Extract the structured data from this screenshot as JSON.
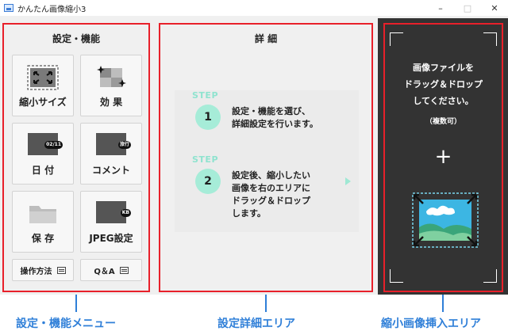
{
  "window": {
    "title": "かんたん画像縮小3",
    "controls": {
      "minimize": "–",
      "maximize": "□",
      "close": "✕"
    }
  },
  "menu": {
    "title": "設定・機能",
    "buttons": [
      {
        "label": "縮小サイズ",
        "icon": "resize-arrows-icon"
      },
      {
        "label": "効 果",
        "icon": "sparkle-effect-icon"
      },
      {
        "label": "日 付",
        "icon": "date-stamp-icon",
        "tag": "02/11"
      },
      {
        "label": "コメント",
        "icon": "comment-stamp-icon",
        "tag": "旅行"
      },
      {
        "label": "保 存",
        "icon": "folder-icon"
      },
      {
        "label": "JPEG設定",
        "icon": "jpeg-settings-icon",
        "tag": "KB"
      }
    ],
    "small_buttons": [
      {
        "label": "操作方法"
      },
      {
        "label": "Q＆A"
      }
    ]
  },
  "detail": {
    "title": "詳 細",
    "steps": [
      {
        "tag": "STEP",
        "number": "1",
        "lines": [
          "設定・機能を選び、",
          "詳細設定を行います。"
        ]
      },
      {
        "tag": "STEP",
        "number": "2",
        "lines": [
          "設定後、縮小したい",
          "画像を右のエリアに",
          "ドラッグ＆ドロップ",
          "します。"
        ]
      }
    ]
  },
  "drop": {
    "lines": [
      "画像ファイルを",
      "ドラッグ＆ドロップ",
      "してください。"
    ],
    "note": "（複数可）",
    "plus": "+"
  },
  "annotations": {
    "menu": "設定・機能メニュー",
    "detail": "設定詳細エリア",
    "drop": "縮小画像挿入エリア"
  },
  "colors": {
    "highlight": "#e8202a",
    "annotation": "#2f7fd8",
    "step_accent": "#a6ecd8",
    "drop_bg": "#333333"
  }
}
